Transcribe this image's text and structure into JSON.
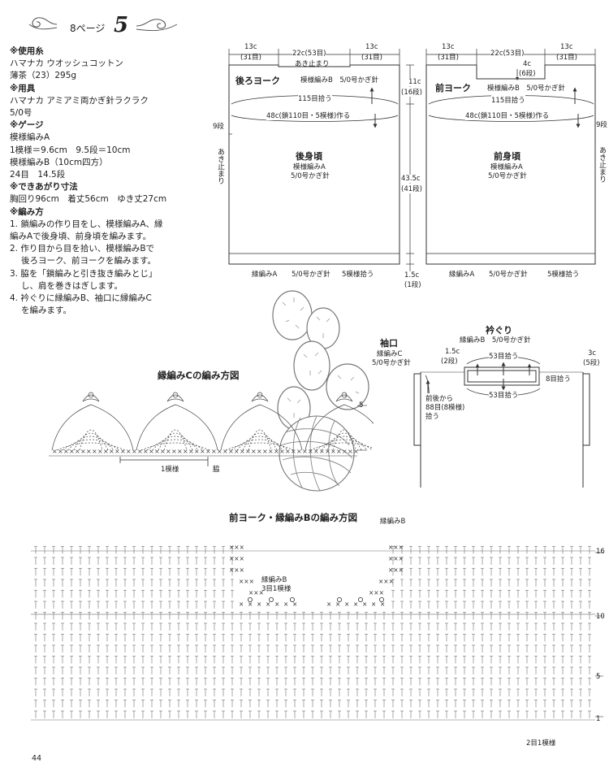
{
  "header": {
    "page_ref": "8ページ",
    "number": "5"
  },
  "left_text": [
    "※使用糸",
    "ハマナカ ウオッシュコットン",
    "薄茶（23）295g",
    "※用具",
    "ハマナカ アミアミ両かぎ針ラクラク",
    "5/0号",
    "※ゲージ",
    "模様編みA",
    "1模様＝9.6cm　9.5段＝10cm",
    "模様編みB（10cm四方）",
    "24目　14.5段",
    "※できあがり寸法",
    "胸回り96cm　着丈56cm　ゆき丈27cm",
    "※編み方",
    "1. 鎖編みの作り目をし、模様編みA、縁",
    "編みAで後身頃、前身頃を編みます。",
    "2. 作り目から目を拾い、模様編みBで",
    "後ろヨーク、前ヨークを編みます。",
    "3. 脇を「鎖編みと引き抜き編みとじ」",
    "し、肩を巻きはぎします。",
    "4. 衿ぐりに縁編みB、袖口に縁編みC",
    "を編みます。"
  ],
  "back": {
    "dim_left": "13c",
    "dim_left_sub": "(31目)",
    "dim_center": "22c(53目)",
    "dim_right": "13c",
    "dim_right_sub": "(31目)",
    "open_top": "あき止まり",
    "yoke_title": "後ろヨーク",
    "yoke_pattern": "模様編みB　5/0号かぎ針",
    "pick": "115目拾う",
    "chain": "48c(鎖110目・5模様)作る",
    "body_title": "後身頃",
    "body_pattern": "模様編みA",
    "body_hook": "5/0号かぎ針",
    "side_rows": "9段",
    "side_open": "あき止まり",
    "edge_a": "縁編みA",
    "edge_hook": "5/0号かぎ針",
    "edge_pick": "5模様拾う"
  },
  "middle": {
    "yoke_h": "11c",
    "yoke_h_sub": "(16段)",
    "body_h": "43.5c",
    "body_h_sub": "(41段)",
    "edge_h": "1.5c",
    "edge_h_sub": "(1段)"
  },
  "front": {
    "dim_left": "13c",
    "dim_left_sub": "(31目)",
    "dim_center": "22c(53目)",
    "dim_right": "13c",
    "dim_right_sub": "(31目)",
    "neck": "4c",
    "neck_sub": "(6段)",
    "yoke_title": "前ヨーク",
    "yoke_pattern": "模様編みB　5/0号かぎ針",
    "pick": "115目拾う",
    "chain": "48c(鎖110目・5模様)作る",
    "body_title": "前身頃",
    "body_pattern": "模様編みA",
    "body_hook": "5/0号かぎ針",
    "side_rows": "9段",
    "side_open": "あき止まり",
    "edge_a": "縁編みA",
    "edge_hook": "5/0号かぎ針",
    "edge_pick": "5模様拾う"
  },
  "sleeve": {
    "title": "袖口",
    "pattern": "縁編みC",
    "hook": "5/0号かぎ針",
    "pick1": "前後から",
    "pick2": "88目(8模様)",
    "pick3": "拾う",
    "h": "3c",
    "h_sub": "(5段)"
  },
  "collar": {
    "title": "衿ぐり",
    "pattern": "縁編みB　5/0号かぎ針",
    "h": "1.5c",
    "h_sub": "(2段)",
    "pick_top": "53目拾う",
    "pick_bottom": "53目拾う",
    "pick_side": "8目拾う"
  },
  "chart_c": {
    "title": "縁編みCの編み方図",
    "repeat": "1模様",
    "side": "脇",
    "row_label": "5"
  },
  "chart_b": {
    "title": "前ヨーク・縁編みBの編み方図",
    "edge_label": "縁編みB",
    "repeat1": "縁編みB",
    "repeat2": "3目1模様",
    "row16": "16",
    "row10": "10",
    "row5": "5",
    "row1": "1",
    "bottom_note": "2目1模様"
  },
  "footer": {
    "page_number": "44"
  }
}
